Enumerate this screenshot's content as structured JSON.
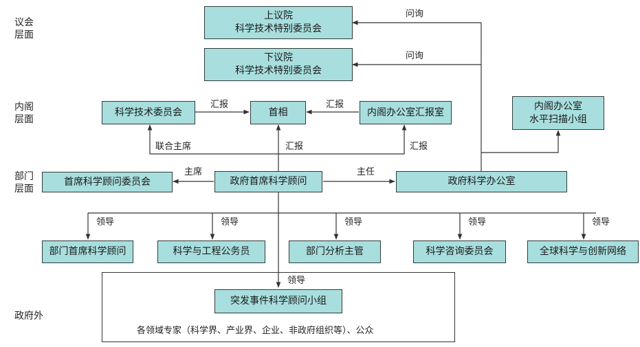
{
  "tiers": {
    "parliament": [
      "议会",
      "层面"
    ],
    "cabinet": [
      "内阁",
      "层面"
    ],
    "department": [
      "部门",
      "层面"
    ],
    "outside": [
      "政府外"
    ]
  },
  "boxes": {
    "house_of_lords": [
      "上议院",
      "科学技术特别委员会"
    ],
    "house_of_commons": [
      "下议院",
      "科学技术特别委员会"
    ],
    "cabinet_office_horizon": [
      "内阁办公室",
      "水平扫描小组"
    ],
    "sci_tech_council": [
      "科学技术委员会"
    ],
    "prime_minister": [
      "首相"
    ],
    "cabinet_office_reporting": [
      "内阁办公室汇报室"
    ],
    "cscsa_council": [
      "首席科学顾问委员会"
    ],
    "gcsa": [
      "政府首席科学顾问"
    ],
    "go_science": [
      "政府科学办公室"
    ],
    "dept_csa": [
      "部门首席科学顾问"
    ],
    "sci_eng_civil": [
      "科学与工程公务员"
    ],
    "dept_analysis": [
      "部门分析主管"
    ],
    "sci_advisory": [
      "科学咨询委员会"
    ],
    "global_network": [
      "全球科学与创新网络"
    ],
    "sage": [
      "突发事件科学顾问小组"
    ]
  },
  "labels": {
    "inquiry1": "问询",
    "inquiry2": "问询",
    "report_left": "汇报",
    "report_right": "汇报",
    "joint_chair": "联合主席",
    "report_mid": "汇报",
    "report_right2": "汇报",
    "chair": "主席",
    "head": "主任",
    "lead1": "领导",
    "lead2": "领导",
    "lead3": "领导",
    "lead4": "领导",
    "lead5": "领导",
    "lead6": "领导"
  },
  "outside_note": "各领域专家（科学界、产业界、企业、非政府组织等）、公众",
  "colors": {
    "box_fill": "#a8dede",
    "box_border": "#2f3b3b",
    "line": "#333333"
  }
}
